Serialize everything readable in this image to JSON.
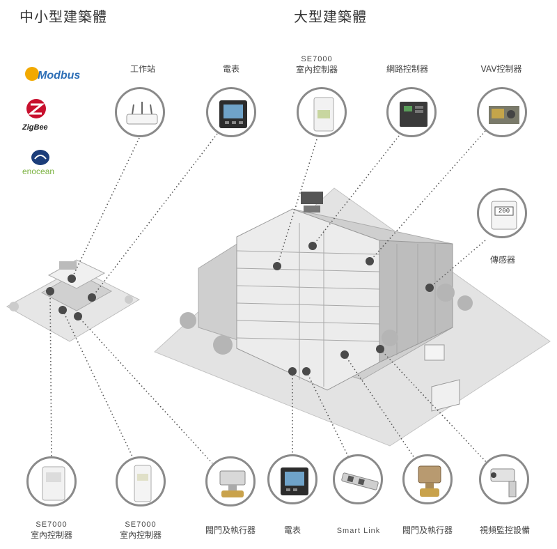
{
  "headings": {
    "small": "中小型建築體",
    "large": "大型建築體"
  },
  "protocols": {
    "modbus": "Modbus",
    "zigbee": "ZigBee",
    "enocean": "enocean"
  },
  "top_labels": {
    "workstation": "工作站",
    "meter": "電表",
    "se7000_model": "SE7000",
    "se7000_name": "室內控制器",
    "network_controller": "網路控制器",
    "vav_controller": "VAV控制器"
  },
  "right_labels": {
    "sensor": "傳感器",
    "sensor_display": "200"
  },
  "bottom_labels": {
    "se7000_a_model": "SE7000",
    "se7000_a_name": "室內控制器",
    "se7000_b_model": "SE7000",
    "se7000_b_name": "室內控制器",
    "valve_a": "閥門及執行器",
    "meter": "電表",
    "smart_link": "Smart Link",
    "valve_b": "閥門及執行器",
    "cctv": "視頻監控設備"
  },
  "colors": {
    "circle_border": "#8a8a8a",
    "node": "#4a4a4a",
    "building": "#d9d9d9"
  }
}
